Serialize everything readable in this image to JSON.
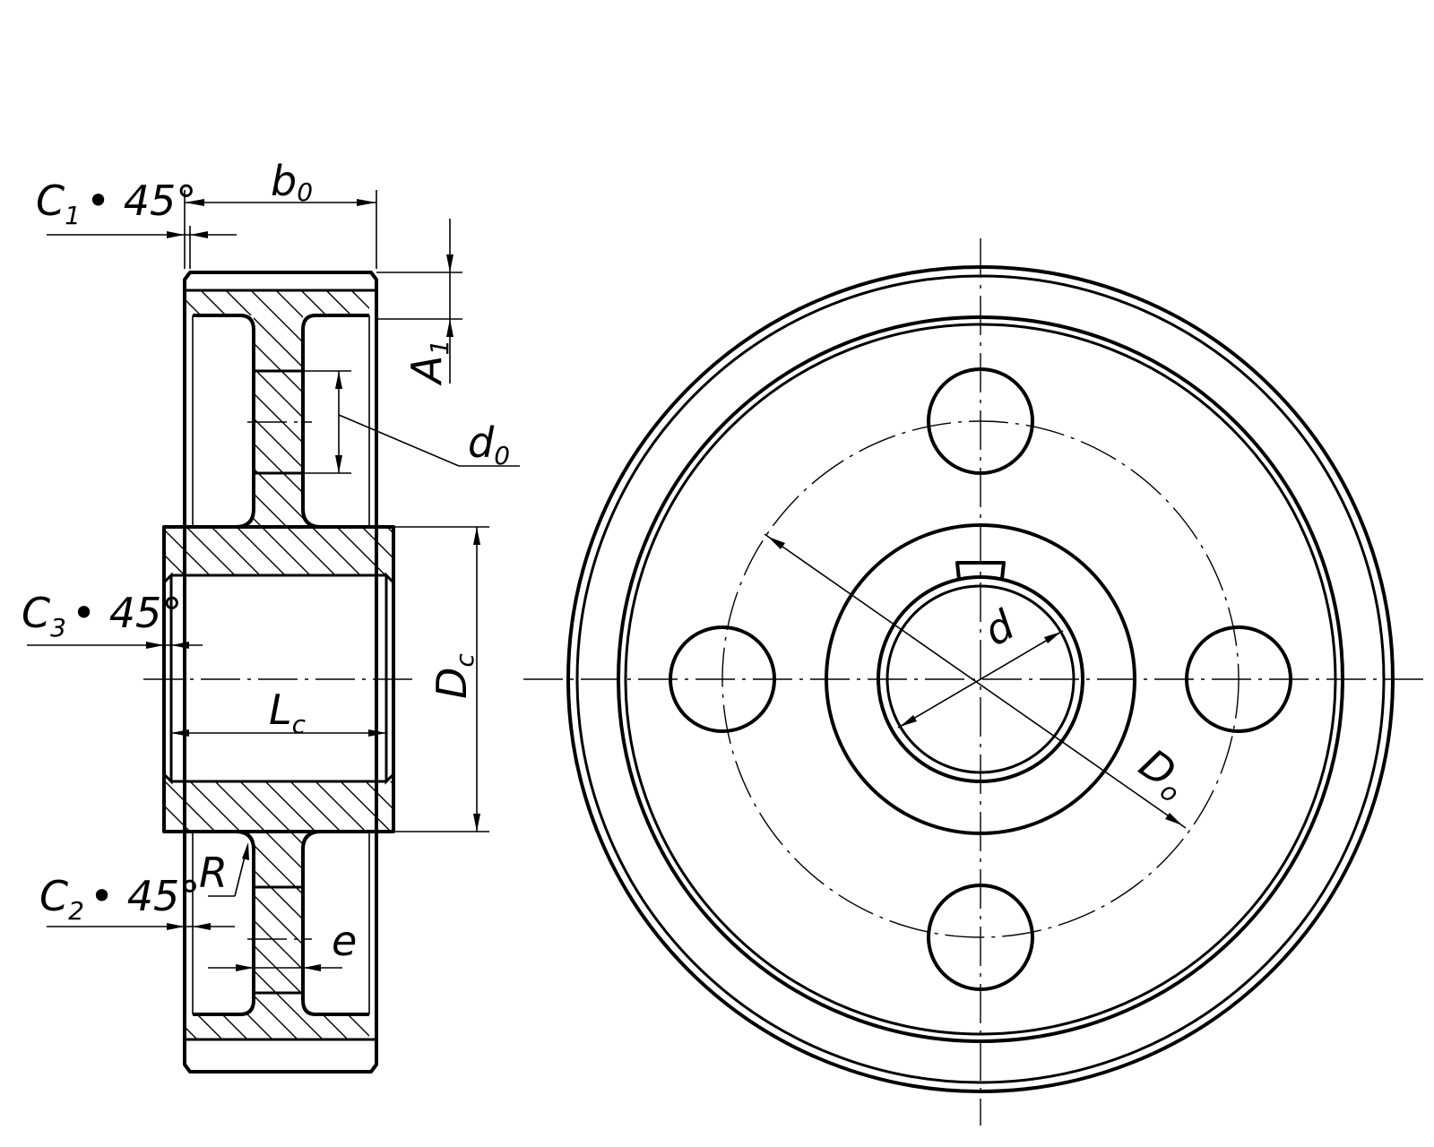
{
  "labels": {
    "c1": "C",
    "c1_sub": "1",
    "c1_angle": "• 45°",
    "b0": "b",
    "b0_sub": "0",
    "a1": "A",
    "a1_sub": "1",
    "d0": "d",
    "d0_sub": "0",
    "c3": "C",
    "c3_sub": "3",
    "c3_angle": "• 45°",
    "dc": "D",
    "dc_sub": "c",
    "lc": "L",
    "lc_sub": "c",
    "r": "R",
    "c2": "C",
    "c2_sub": "2",
    "c2_angle": "• 45°",
    "e": "e",
    "d": "d",
    "do": "D",
    "do_sub": "o"
  }
}
